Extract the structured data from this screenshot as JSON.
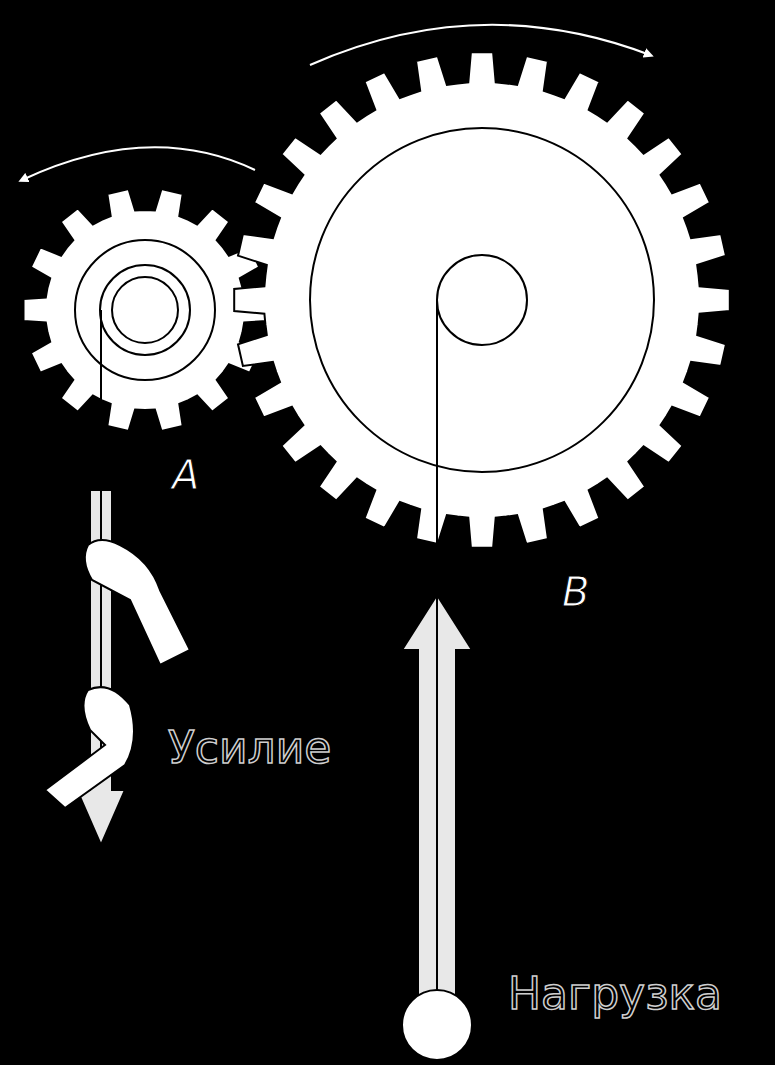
{
  "diagram": {
    "labels": [
      "A",
      "B",
      "Усилие",
      "Нагрузка"
    ]
  }
}
